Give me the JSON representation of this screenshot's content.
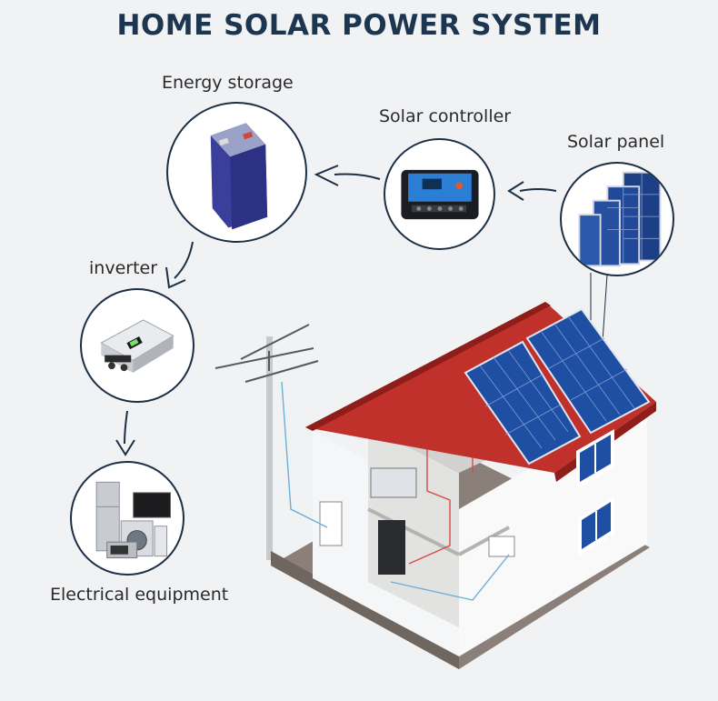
{
  "title": "HOME SOLAR POWER SYSTEM",
  "labels": {
    "energy_storage": "Energy storage",
    "solar_controller": "Solar controller",
    "solar_panel": "Solar panel",
    "inverter": "inverter",
    "electrical_equipment": "Electrical equipment"
  },
  "icons": {
    "energy_storage": "battery-icon",
    "solar_controller": "charge-controller-icon",
    "solar_panel": "solar-panel-icon",
    "inverter": "inverter-icon",
    "electrical_equipment": "appliances-icon"
  },
  "colors": {
    "title": "#1c3550",
    "roof": "#c0312c",
    "panel": "#1f4fa3",
    "circle_border": "#1b2f45",
    "background": "#f1f2f4"
  }
}
